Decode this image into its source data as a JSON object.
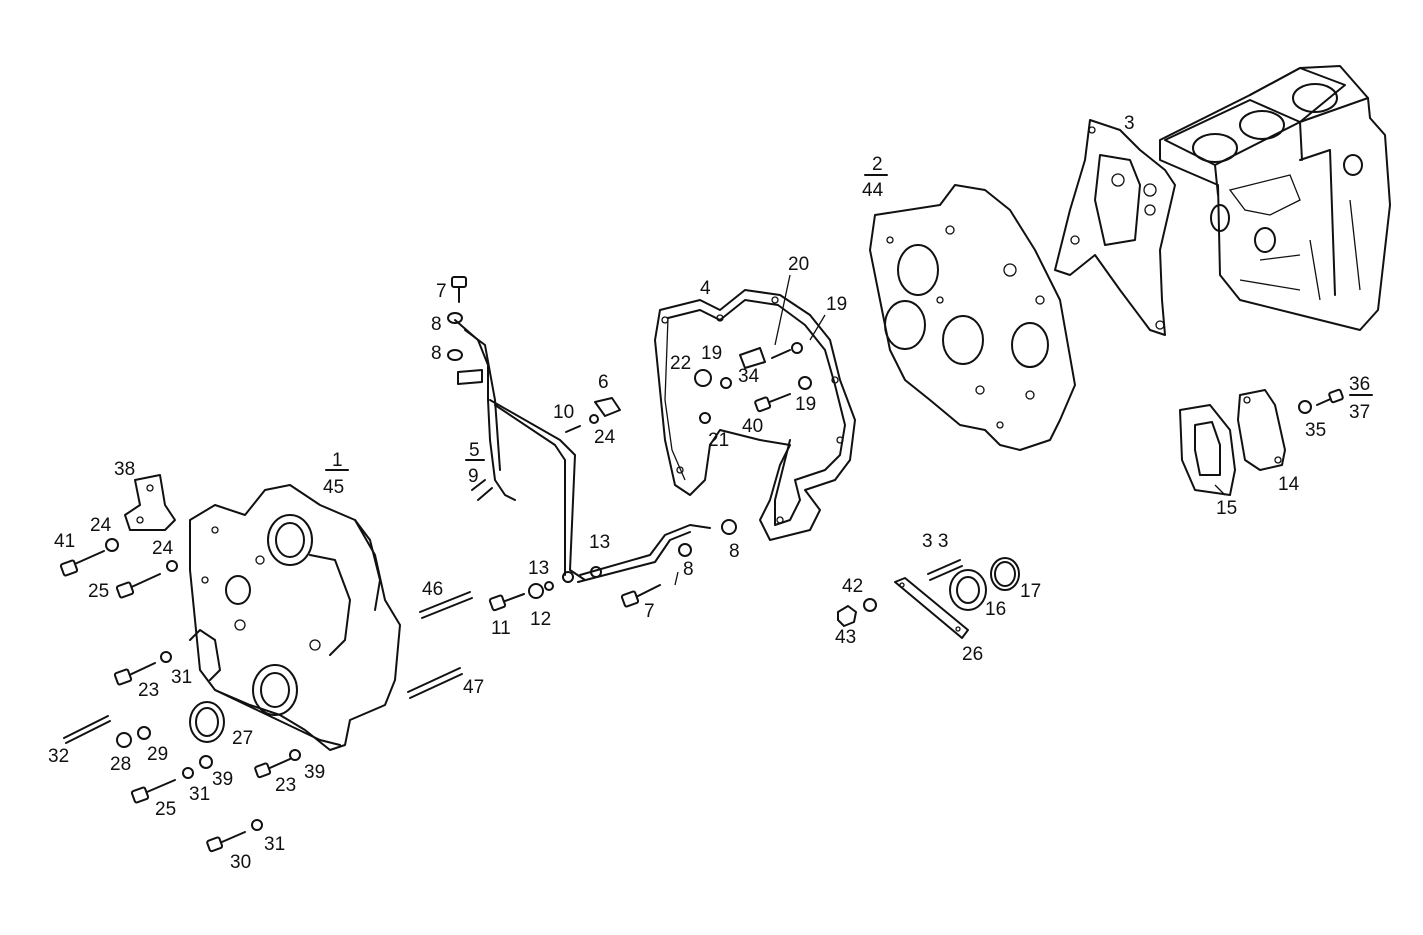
{
  "callouts": {
    "c1": "1",
    "c45": "45",
    "c2": "2",
    "c44": "44",
    "c3": "3",
    "c4": "4",
    "c5": "5",
    "c9": "9",
    "c6": "6",
    "c7a": "7",
    "c7b": "7",
    "c8a": "8",
    "c8b": "8",
    "c8c": "8",
    "c8d": "8",
    "c10": "10",
    "c11": "11",
    "c12": "12",
    "c13a": "13",
    "c13b": "13",
    "c14": "14",
    "c15": "15",
    "c16": "16",
    "c17": "17",
    "c19a": "19",
    "c19b": "19",
    "c19c": "19",
    "c20": "20",
    "c21": "21",
    "c22": "22",
    "c23a": "23",
    "c23b": "23",
    "c24a": "24",
    "c24b": "24",
    "c24c": "24",
    "c25a": "25",
    "c25b": "25",
    "c26": "26",
    "c27": "27",
    "c28": "28",
    "c29": "29",
    "c30": "30",
    "c31a": "31",
    "c31b": "31",
    "c31c": "31",
    "c32": "32",
    "c33": "3 3",
    "c34": "34",
    "c35": "35",
    "c36": "36",
    "c37": "37",
    "c38": "38",
    "c39a": "39",
    "c39b": "39",
    "c40": "40",
    "c41": "41",
    "c42": "42",
    "c43": "43",
    "c46": "46",
    "c47": "47"
  }
}
